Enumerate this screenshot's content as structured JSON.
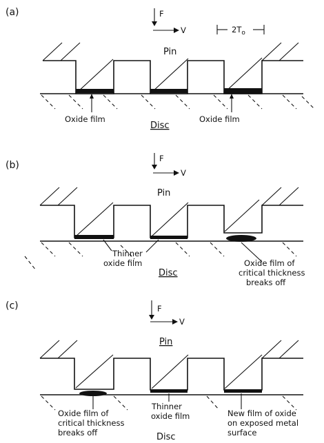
{
  "panels": [
    {
      "id": "a",
      "label": "(a)",
      "force_label": "F",
      "velocity_label": "V",
      "pitch_label": "2T",
      "pitch_subscript": "o",
      "pin_label": "Pin",
      "disc_label": "Disc",
      "notes": [
        "Oxide film",
        "Oxide film"
      ]
    },
    {
      "id": "b",
      "label": "(b)",
      "force_label": "F",
      "velocity_label": "V",
      "pin_label": "Pin",
      "disc_label": "Disc",
      "notes": [
        [
          "Thinner",
          "oxide film"
        ],
        [
          "Oxide film of",
          "critical thickness",
          "breaks off"
        ]
      ]
    },
    {
      "id": "c",
      "label": "(c)",
      "force_label": "F",
      "velocity_label": "V",
      "pin_label": "Pin",
      "disc_label": "Disc",
      "notes": [
        [
          "Oxide film of",
          "critical thickness",
          "breaks off"
        ],
        [
          "Thinner",
          "oxide film"
        ],
        [
          "New film of oxide",
          "on exposed metal",
          "surface"
        ]
      ]
    }
  ]
}
